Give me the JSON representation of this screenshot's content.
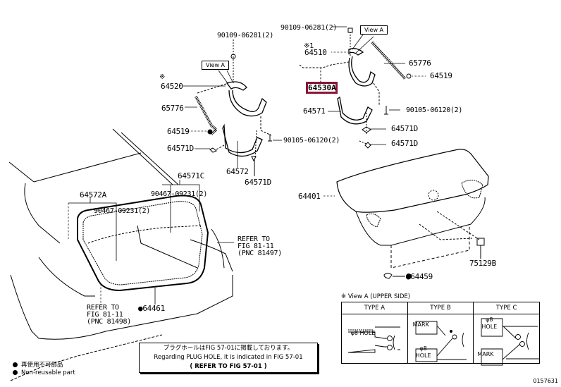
{
  "diagram": {
    "highlighted_part": "64530A",
    "accent_color": "#8b1538",
    "labels": {
      "p_90109_top_left": "90109-06281(2)",
      "p_90109_top_right": "90109-06281(2)",
      "view_a_left": "View A",
      "view_a_right": "View A",
      "mark_left": "※",
      "p_64520": "64520",
      "p_65776_left": "65776",
      "p_64519_left": "64519",
      "p_64571d_left": "64571D",
      "p_64572": "64572",
      "p_64571d_left_bottom": "64571D",
      "p_90105_left": "90105-06120(2)",
      "mark_right": "※1",
      "p_64510": "64510",
      "p_65776_right": "65776",
      "p_64519_right": "64519",
      "p_64571": "64571",
      "p_90105_right": "90105-06120(2)",
      "p_64571d_right_1": "64571D",
      "p_64571d_right_2": "64571D",
      "p_64571c": "64571C",
      "p_90467_right": "90467-09231(2)",
      "p_64572a": "64572A",
      "p_90467_left": "90467-09231(2)",
      "refer_81497_l1": "REFER TO",
      "refer_81497_l2": "FIG 81-11",
      "refer_81497_l3": "(PNC 81497)",
      "refer_81498_l1": "REFER TO",
      "refer_81498_l2": "FIG 81-11",
      "refer_81498_l3": "(PNC 81498)",
      "p_64461": "●64461",
      "p_64401": "64401",
      "p_75129b": "75129B",
      "p_64459": "●64459"
    },
    "note": {
      "line1": "プラグホールはFIG 57-01に掲載しております。",
      "line2": "Regarding PLUG HOLE, it is indicated in FIG 57-01",
      "line3": "( REFER TO FIG 57-01 )"
    },
    "legend": {
      "jp": "再使用不可部品",
      "en": "Non-reusable part"
    },
    "view_detail": {
      "caption": "※ View A (UPPER SIDE)",
      "columns": [
        "TYPE A",
        "TYPE B",
        "TYPE C"
      ],
      "type_a": {
        "hole": "φ8 HOLE"
      },
      "type_b": {
        "mark": "MARK",
        "hole": "φ8 HOLE"
      },
      "type_c": {
        "hole": "φ8 HOLE",
        "mark": "MARK"
      }
    },
    "figure_code": "0157631"
  }
}
